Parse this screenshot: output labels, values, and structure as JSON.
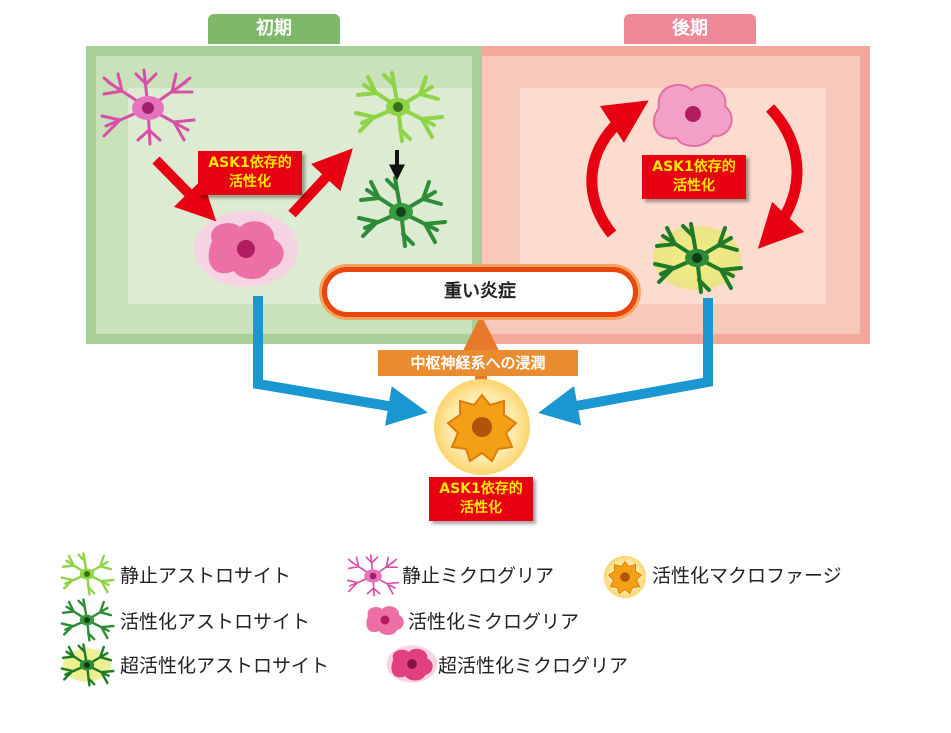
{
  "phases": {
    "early_label": "初期",
    "late_label": "後期"
  },
  "labels": {
    "ask1_activation": "ASK1依存的\n活性化",
    "severe_inflammation": "重い炎症",
    "cns_infiltration": "中枢神経系への浸潤"
  },
  "legend": [
    {
      "icon": "resting-astrocyte-icon",
      "text": "静止アストロサイト"
    },
    {
      "icon": "resting-microglia-icon",
      "text": "静止ミクログリア"
    },
    {
      "icon": "activated-macrophage-icon",
      "text": "活性化マクロファージ"
    },
    {
      "icon": "activated-astrocyte-icon",
      "text": "活性化アストロサイト"
    },
    {
      "icon": "activated-microglia-icon",
      "text": "活性化ミクログリア"
    },
    {
      "icon": "hyperactivated-astrocyte-icon",
      "text": "超活性化アストロサイト"
    },
    {
      "icon": "hyperactivated-microglia-icon",
      "text": "超活性化ミクログリア"
    }
  ],
  "colors": {
    "early": "#7db869",
    "late": "#ee8898",
    "arrow_red": "#e60012",
    "arrow_blue": "#1a96d1",
    "arrow_orange": "#e8792a",
    "label_bg": "#e60012",
    "label_text": "#ffe600"
  }
}
